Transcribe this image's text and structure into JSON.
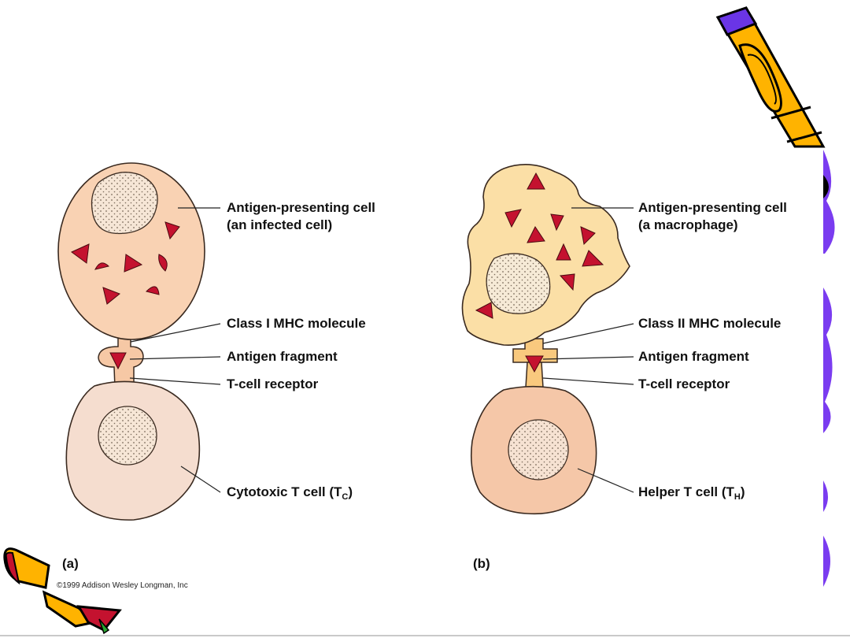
{
  "panel_a": {
    "letter": "(a)",
    "apc_label_line1": "Antigen-presenting cell",
    "apc_label_line2": "(an infected cell)",
    "mhc_label": "Class I MHC molecule",
    "fragment_label": "Antigen fragment",
    "receptor_label": "T-cell receptor",
    "tcell_label": "Cytotoxic T cell (T",
    "tcell_sub": "C",
    "tcell_close": ")"
  },
  "panel_b": {
    "letter": "(b)",
    "apc_label_line1": "Antigen-presenting cell",
    "apc_label_line2": "(a macrophage)",
    "mhc_label": "Class II MHC molecule",
    "fragment_label": "Antigen fragment",
    "receptor_label": "T-cell receptor",
    "tcell_label": "Helper T cell (T",
    "tcell_sub": "H",
    "tcell_close": ")"
  },
  "copyright": "©1999 Addison Wesley Longman, Inc",
  "colors": {
    "apc_a": "#f9d2b3",
    "apc_b": "#fbdfa6",
    "tcell_a": "#f5ddcf",
    "tcell_b": "#f5c7a8",
    "antigen": "#c4122f",
    "pencil_yellow": "#ffb300",
    "pencil_purple": "#6a35e6",
    "border_purple": "#7a3cf0"
  },
  "icons": [
    "pencil-icon-top-right",
    "pencil-icon-bottom-left",
    "scalloped-border-right"
  ]
}
